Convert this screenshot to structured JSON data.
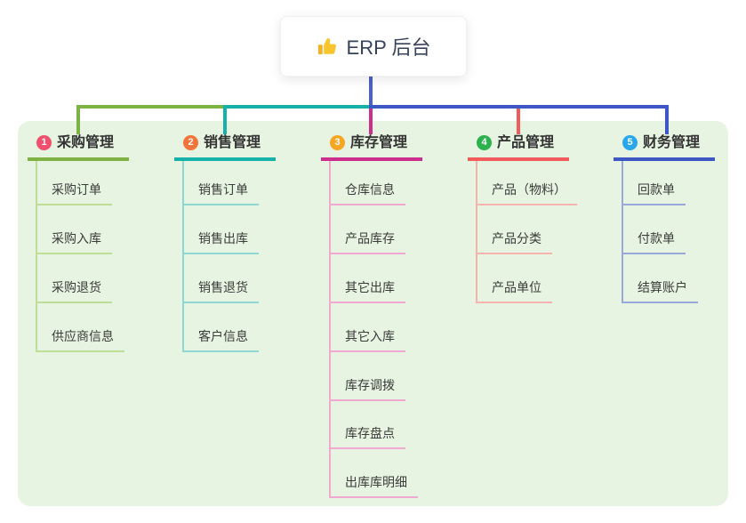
{
  "root": {
    "title": "ERP 后台",
    "icon": "thumbs-up"
  },
  "colors": {
    "page_bg": "#ffffff",
    "panel_bg": "#e6f4e1",
    "trunk": "#4a61c8",
    "root_text": "#36425a",
    "node_text": "#3b3b3b"
  },
  "branches": [
    {
      "num": "1",
      "title": "采购管理",
      "badge_color": "#f0506e",
      "line_color": "#7cb342",
      "pale_color": "#bedd97",
      "children": [
        "采购订单",
        "采购入库",
        "采购退货",
        "供应商信息"
      ]
    },
    {
      "num": "2",
      "title": "销售管理",
      "badge_color": "#f2743a",
      "line_color": "#16b2a9",
      "pale_color": "#8fd8d2",
      "children": [
        "销售订单",
        "销售出库",
        "销售退货",
        "客户信息"
      ]
    },
    {
      "num": "3",
      "title": "库存管理",
      "badge_color": "#f6a623",
      "line_color": "#cb2e8d",
      "pale_color": "#f0a9d0",
      "children": [
        "仓库信息",
        "产品库存",
        "其它出库",
        "其它入库",
        "库存调拨",
        "库存盘点",
        "出库库明细"
      ]
    },
    {
      "num": "4",
      "title": "产品管理",
      "badge_color": "#2cb14f",
      "line_color": "#f15b5b",
      "pale_color": "#f6b3af",
      "children": [
        "产品（物料）",
        "产品分类",
        "产品单位"
      ]
    },
    {
      "num": "5",
      "title": "财务管理",
      "badge_color": "#29a7eb",
      "line_color": "#3d57c5",
      "pale_color": "#97a9da",
      "children": [
        "回款单",
        "付款单",
        "结算账户"
      ]
    }
  ]
}
